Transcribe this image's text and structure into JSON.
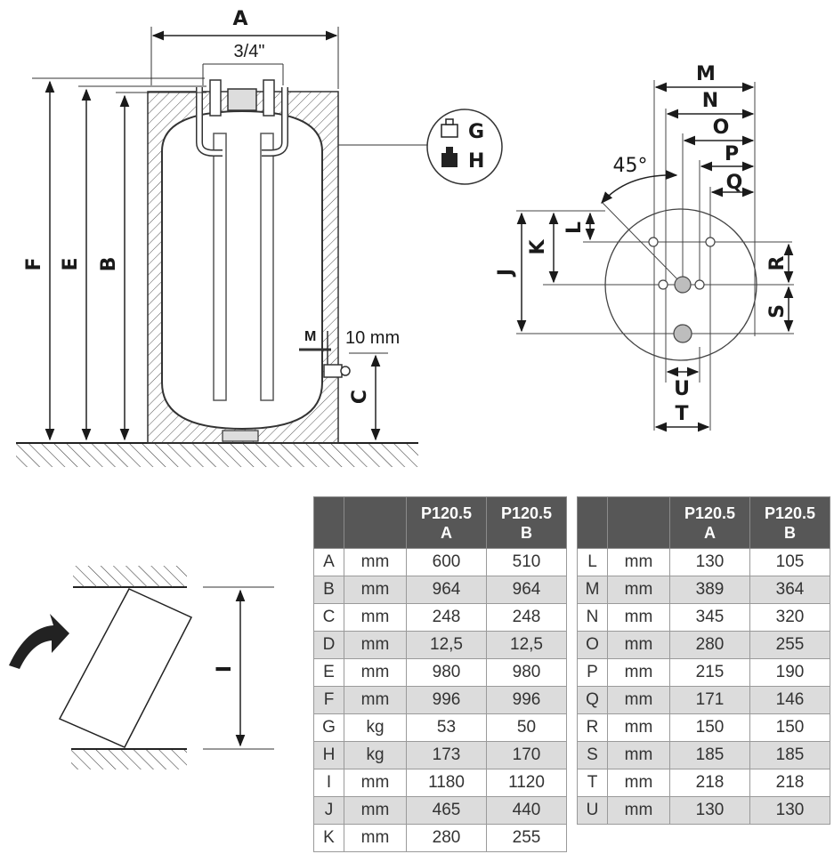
{
  "diagram": {
    "labels": {
      "A": "A",
      "three_quarter": "3/4\"",
      "F": "F",
      "E": "E",
      "B": "B",
      "C": "C",
      "M_side": "M",
      "ten_mm": "10 mm",
      "G": "G",
      "H": "H",
      "M": "M",
      "N": "N",
      "O": "O",
      "P": "P",
      "Q": "Q",
      "angle": "45°",
      "J": "J",
      "K": "K",
      "L": "L",
      "R": "R",
      "S": "S",
      "U": "U",
      "T": "T",
      "I": "I"
    },
    "icons": {
      "weight_empty": "weight-outline-icon",
      "weight_full": "weight-filled-icon",
      "tilt_arrow": "curved-arrow-icon"
    }
  },
  "table_headers": [
    "",
    "",
    "P120.5 A",
    "P120.5 B"
  ],
  "table_left": [
    [
      "A",
      "mm",
      "600",
      "510"
    ],
    [
      "B",
      "mm",
      "964",
      "964"
    ],
    [
      "C",
      "mm",
      "248",
      "248"
    ],
    [
      "D",
      "mm",
      "12,5",
      "12,5"
    ],
    [
      "E",
      "mm",
      "980",
      "980"
    ],
    [
      "F",
      "mm",
      "996",
      "996"
    ],
    [
      "G",
      "kg",
      "53",
      "50"
    ],
    [
      "H",
      "kg",
      "173",
      "170"
    ],
    [
      "I",
      "mm",
      "1180",
      "1120"
    ],
    [
      "J",
      "mm",
      "465",
      "440"
    ],
    [
      "K",
      "mm",
      "280",
      "255"
    ]
  ],
  "table_right": [
    [
      "L",
      "mm",
      "130",
      "105"
    ],
    [
      "M",
      "mm",
      "389",
      "364"
    ],
    [
      "N",
      "mm",
      "345",
      "320"
    ],
    [
      "O",
      "mm",
      "280",
      "255"
    ],
    [
      "P",
      "mm",
      "215",
      "190"
    ],
    [
      "Q",
      "mm",
      "171",
      "146"
    ],
    [
      "R",
      "mm",
      "150",
      "150"
    ],
    [
      "S",
      "mm",
      "185",
      "185"
    ],
    [
      "T",
      "mm",
      "218",
      "218"
    ],
    [
      "U",
      "mm",
      "130",
      "130"
    ]
  ]
}
